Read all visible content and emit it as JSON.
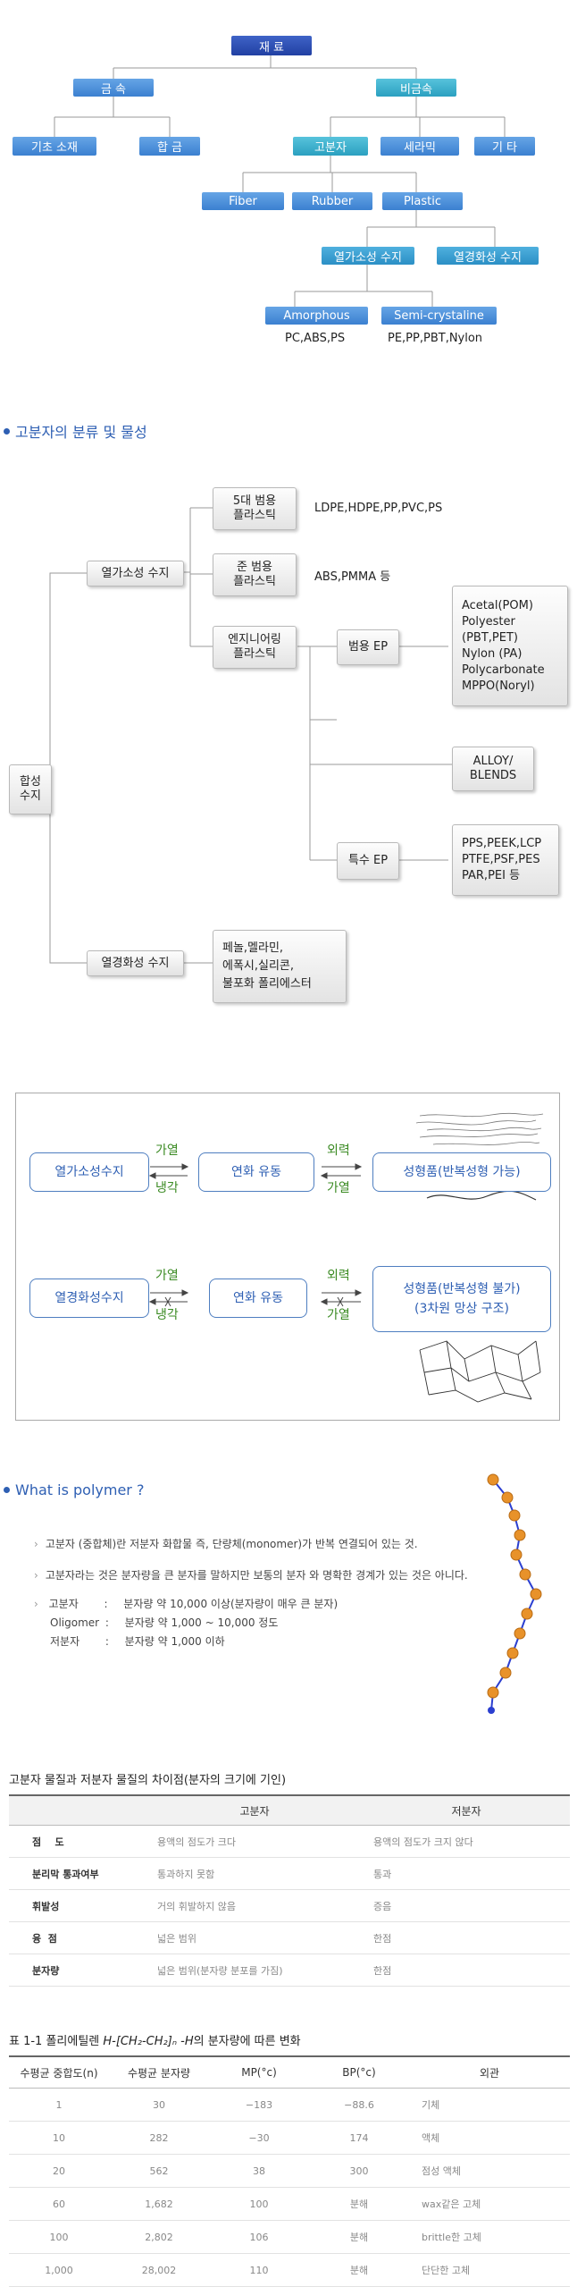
{
  "tree": {
    "root": "재 료",
    "metal": "금 속",
    "nonmetal": "비금속",
    "base_material": "기초 소재",
    "alloy": "합 금",
    "polymer": "고분자",
    "ceramic": "세라믹",
    "etc": "기 타",
    "fiber": "Fiber",
    "rubber": "Rubber",
    "plastic": "Plastic",
    "thermoplastic": "열가소성 수지",
    "thermoset": "열경화성 수지",
    "amorphous": "Amorphous",
    "semi_crystalline": "Semi-crystaline",
    "amorphous_examples": "PC,ABS,PS",
    "semi_examples": "PE,PP,PBT,Nylon"
  },
  "classification": {
    "heading": "고분자의 분류 및 물성",
    "synthetic_resin": "합성\n수지",
    "thermoplastic": "열가소성 수지",
    "thermoset": "열경화성 수지",
    "general_plastic": "5대 범용\n플라스틱",
    "general_examples": "LDPE,HDPE,PP,PVC,PS",
    "semi_general": "준 범용\n플라스틱",
    "semi_examples": "ABS,PMMA 등",
    "engineering": "엔지니어링\n플라스틱",
    "general_ep": "범용 EP",
    "general_ep_list": "Acetal(POM)\nPolyester (PBT,PET)\nNylon (PA)\nPolycarbonate\nMPPO(Noryl)",
    "alloy_blends": "ALLOY/\nBLENDS",
    "special_ep": "특수 EP",
    "special_ep_list": "PPS,PEEK,LCP\nPTFE,PSF,PES\nPAR,PEI 등",
    "thermoset_list": "페놀,멜라민,\n에폭시,실리콘,\n불포화 폴리에스터"
  },
  "process": {
    "thermoplastic": "열가소성수지",
    "thermoset": "열경화성수지",
    "softening_flow": "연화 유동",
    "heat": "가열",
    "cool": "냉각",
    "external_force": "외력",
    "molded_repeatable": "성형품(반복성형 가능)",
    "molded_not_repeatable_line1": "성형품(반복성형 불가)",
    "molded_not_repeatable_line2": "(3차원 망상 구조)"
  },
  "polymer": {
    "heading": "What is polymer ?",
    "bullet1": "고분자 (중합체)란 저분자 화합물 즉, 단량체(monomer)가 반복 연결되어 있는 것.",
    "bullet2": "고분자라는 것은 분자량을 큰 분자를 말하지만 보통의 분자 와 명확한 경계가 있는 것은 아니다.",
    "rows": [
      {
        "term": "고분자",
        "colon": ":",
        "desc": "분자량 약 10,000 이상(분자량이 매우 큰 분자)"
      },
      {
        "term": "Oligomer",
        "colon": ":",
        "desc": "분자량 약 1,000 ~ 10,000 정도"
      },
      {
        "term": "저분자",
        "colon": ":",
        "desc": "분자량 약 1,000 이하"
      }
    ]
  },
  "table1": {
    "caption": "고분자 물질과 저분자 물질의 차이점(분자의 크기에 기인)",
    "headers": [
      "",
      "고분자",
      "저분자"
    ],
    "rows": [
      [
        "점    도",
        "용액의 점도가 크다",
        "용액의 점도가 크지 않다"
      ],
      [
        "분리막 통과여부",
        "통과하지 못함",
        "통과"
      ],
      [
        "휘발성",
        "거의 휘발하지 않음",
        "증음"
      ],
      [
        "융  점",
        "넓은 범위",
        "한점"
      ],
      [
        "분자량",
        "넓은 범위(분자량 분포를 가짐)",
        "한점"
      ]
    ]
  },
  "table2": {
    "caption_prefix": "표 1-1 폴리에틸렌 ",
    "caption_formula": "H-[CH₂-CH₂]ₙ -H",
    "caption_suffix": "의 분자량에 따른 변화",
    "headers": [
      "수평균 중합도(n)",
      "수평균 분자량",
      "MP(°c)",
      "BP(°c)",
      "외관"
    ],
    "rows": [
      [
        "1",
        "30",
        "−183",
        "−88.6",
        "기체"
      ],
      [
        "10",
        "282",
        "−30",
        "174",
        "액체"
      ],
      [
        "20",
        "562",
        "38",
        "300",
        "점성 액체"
      ],
      [
        "60",
        "1,682",
        "100",
        "분해",
        "wax같은 고체"
      ],
      [
        "100",
        "2,802",
        "106",
        "분해",
        "brittle한 고체"
      ],
      [
        "1,000",
        "28,002",
        "110",
        "분해",
        "단단한 고체"
      ]
    ]
  }
}
